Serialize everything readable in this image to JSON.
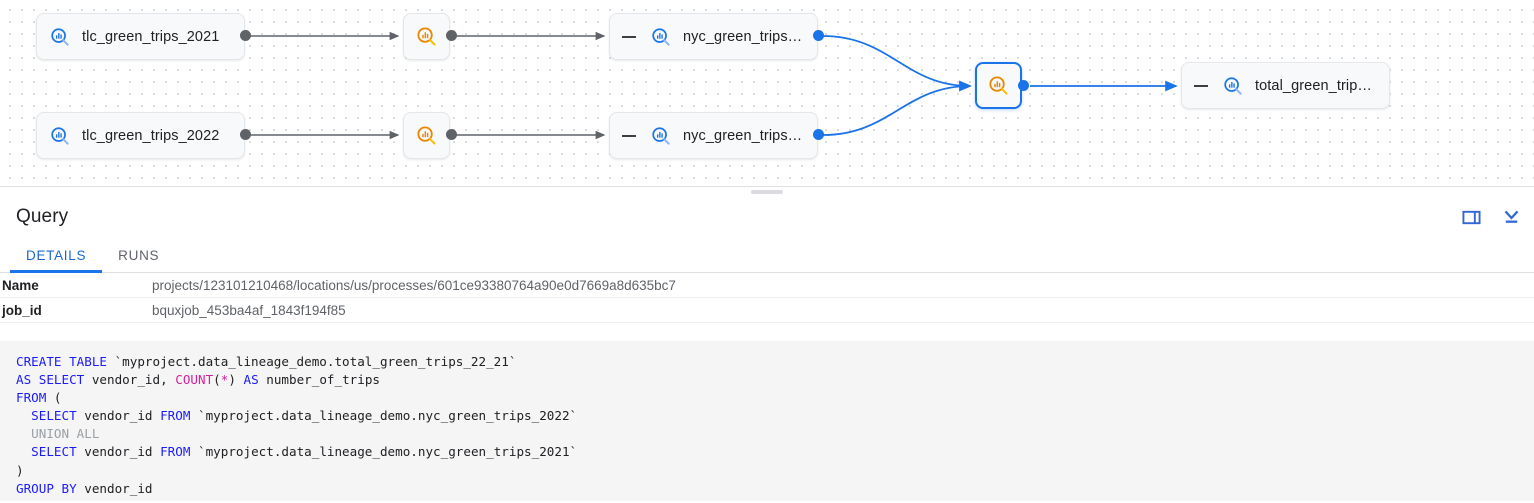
{
  "graph": {
    "nodes": [
      {
        "id": "tlc-2021",
        "label": "tlc_green_trips_2021",
        "icon": "table-search-icon",
        "type": "table",
        "selected": false
      },
      {
        "id": "tlc-2022",
        "label": "tlc_green_trips_2022",
        "icon": "table-search-icon",
        "type": "table",
        "selected": false
      },
      {
        "id": "proc-2021",
        "label": "",
        "icon": "process-search-icon",
        "type": "process",
        "selected": false
      },
      {
        "id": "proc-2022",
        "label": "",
        "icon": "process-search-icon",
        "type": "process",
        "selected": false
      },
      {
        "id": "nyc-2021",
        "label": "nyc_green_trips…",
        "icon": "table-search-icon",
        "type": "table",
        "selected": false
      },
      {
        "id": "nyc-2022",
        "label": "nyc_green_trips…",
        "icon": "table-search-icon",
        "type": "table",
        "selected": false
      },
      {
        "id": "proc-union",
        "label": "",
        "icon": "process-search-icon",
        "type": "process",
        "selected": true
      },
      {
        "id": "total",
        "label": "total_green_trip…",
        "icon": "table-search-icon",
        "type": "table",
        "selected": false
      }
    ],
    "collapse_glyph": "—",
    "colors": {
      "table_icon": "#1a73e8",
      "process_icon": "#ea8600",
      "edge_gray": "#5f6368",
      "edge_blue": "#1a73e8",
      "node_bg": "#f8f9fa",
      "selected_border": "#1a73e8"
    }
  },
  "splitter": {
    "name": "drag-handle"
  },
  "query_panel": {
    "title": "Query",
    "actions": [
      {
        "name": "split-panel-icon",
        "label": "Split panel"
      },
      {
        "name": "collapse-panel-icon",
        "label": "Collapse panel"
      }
    ],
    "tabs": [
      {
        "label": "DETAILS",
        "active": true
      },
      {
        "label": "RUNS",
        "active": false
      }
    ],
    "details": [
      {
        "key": "Name",
        "value": "projects/123101210468/locations/us/processes/601ce93380764a90e0d7669a8d635bc7"
      },
      {
        "key": "job_id",
        "value": "bquxjob_453ba4af_1843f194f85"
      }
    ],
    "sql": {
      "language": "sql",
      "text": "CREATE TABLE `myproject.data_lineage_demo.total_green_trips_22_21`\nAS SELECT vendor_id, COUNT(*) AS number_of_trips\nFROM (\n  SELECT vendor_id FROM `myproject.data_lineage_demo.nyc_green_trips_2022`\n  UNION ALL\n  SELECT vendor_id FROM `myproject.data_lineage_demo.nyc_green_trips_2021`\n)\nGROUP BY vendor_id",
      "lines": [
        [
          {
            "t": "CREATE TABLE ",
            "c": "kw"
          },
          {
            "t": "`myproject.data_lineage_demo.total_green_trips_22_21`",
            "c": "plain"
          }
        ],
        [
          {
            "t": "AS SELECT ",
            "c": "kw"
          },
          {
            "t": "vendor_id, ",
            "c": "plain"
          },
          {
            "t": "COUNT",
            "c": "fn"
          },
          {
            "t": "(",
            "c": "plain"
          },
          {
            "t": "*",
            "c": "op"
          },
          {
            "t": ") ",
            "c": "plain"
          },
          {
            "t": "AS ",
            "c": "kw"
          },
          {
            "t": "number_of_trips",
            "c": "plain"
          }
        ],
        [
          {
            "t": "FROM",
            "c": "kw"
          },
          {
            "t": " (",
            "c": "plain"
          }
        ],
        [
          {
            "t": "  ",
            "c": "plain"
          },
          {
            "t": "SELECT ",
            "c": "kw"
          },
          {
            "t": "vendor_id ",
            "c": "plain"
          },
          {
            "t": "FROM ",
            "c": "kw"
          },
          {
            "t": "`myproject.data_lineage_demo.nyc_green_trips_2022`",
            "c": "plain"
          }
        ],
        [
          {
            "t": "  ",
            "c": "plain"
          },
          {
            "t": "UNION ALL",
            "c": "dim"
          }
        ],
        [
          {
            "t": "  ",
            "c": "plain"
          },
          {
            "t": "SELECT ",
            "c": "kw"
          },
          {
            "t": "vendor_id ",
            "c": "plain"
          },
          {
            "t": "FROM ",
            "c": "kw"
          },
          {
            "t": "`myproject.data_lineage_demo.nyc_green_trips_2021`",
            "c": "plain"
          }
        ],
        [
          {
            "t": ")",
            "c": "plain"
          }
        ],
        [
          {
            "t": "GROUP BY ",
            "c": "kw"
          },
          {
            "t": "vendor_id",
            "c": "plain"
          }
        ]
      ]
    }
  }
}
